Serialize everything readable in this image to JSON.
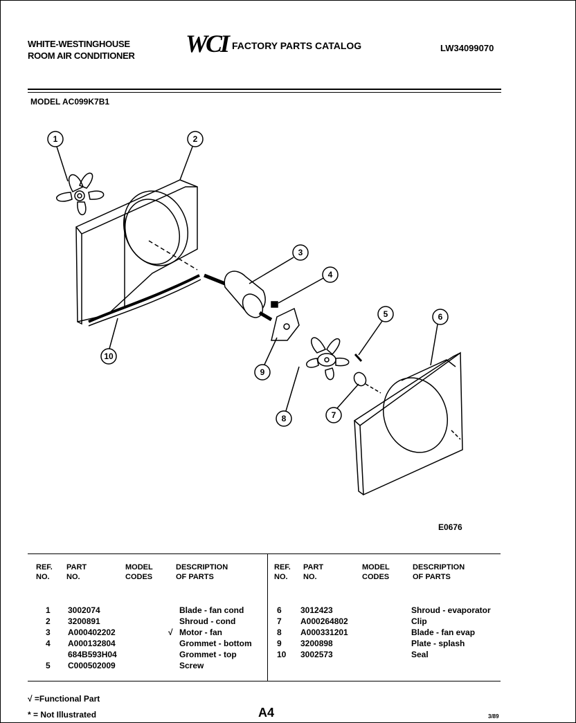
{
  "header": {
    "brand_line1": "WHITE-WESTINGHOUSE",
    "brand_line2": "ROOM AIR CONDITIONER",
    "logo": "WCI",
    "catalog_title": "FACTORY PARTS CATALOG",
    "document_number": "LW34099070"
  },
  "model_line": "MODEL AC099K7B1",
  "diagram": {
    "code": "E0676",
    "callouts": [
      "1",
      "2",
      "3",
      "4",
      "5",
      "6",
      "7",
      "8",
      "9",
      "10"
    ]
  },
  "table": {
    "headers": {
      "ref": "REF.\nNO.",
      "part": "PART\nNO.",
      "codes": "MODEL\nCODES",
      "desc": "DESCRIPTION\nOF PARTS"
    },
    "left_rows": [
      {
        "ref": "1",
        "part": "3002074",
        "mark": "",
        "desc": "Blade - fan cond"
      },
      {
        "ref": "2",
        "part": "3200891",
        "mark": "",
        "desc": "Shroud - cond"
      },
      {
        "ref": "3",
        "part": "A000402202",
        "mark": "√",
        "desc": "Motor - fan"
      },
      {
        "ref": "4",
        "part": "A000132804",
        "mark": "",
        "desc": "Grommet - bottom"
      },
      {
        "ref": "",
        "part": "684B593H04",
        "mark": "",
        "desc": "Grommet - top"
      },
      {
        "ref": "5",
        "part": "C000502009",
        "mark": "",
        "desc": "Screw"
      }
    ],
    "right_rows": [
      {
        "ref": "6",
        "part": "3012423",
        "desc": "Shroud - evaporator"
      },
      {
        "ref": "7",
        "part": "A000264802",
        "desc": "Clip"
      },
      {
        "ref": "8",
        "part": "A000331201",
        "desc": "Blade - fan evap"
      },
      {
        "ref": "9",
        "part": "3200898",
        "desc": "Plate - splash"
      },
      {
        "ref": "10",
        "part": "3002573",
        "desc": "Seal"
      }
    ]
  },
  "footer": {
    "note_functional": "√ =Functional Part",
    "note_not_illustrated": "* = Not Illustrated",
    "page_number": "A4",
    "small_code": "3/89"
  }
}
